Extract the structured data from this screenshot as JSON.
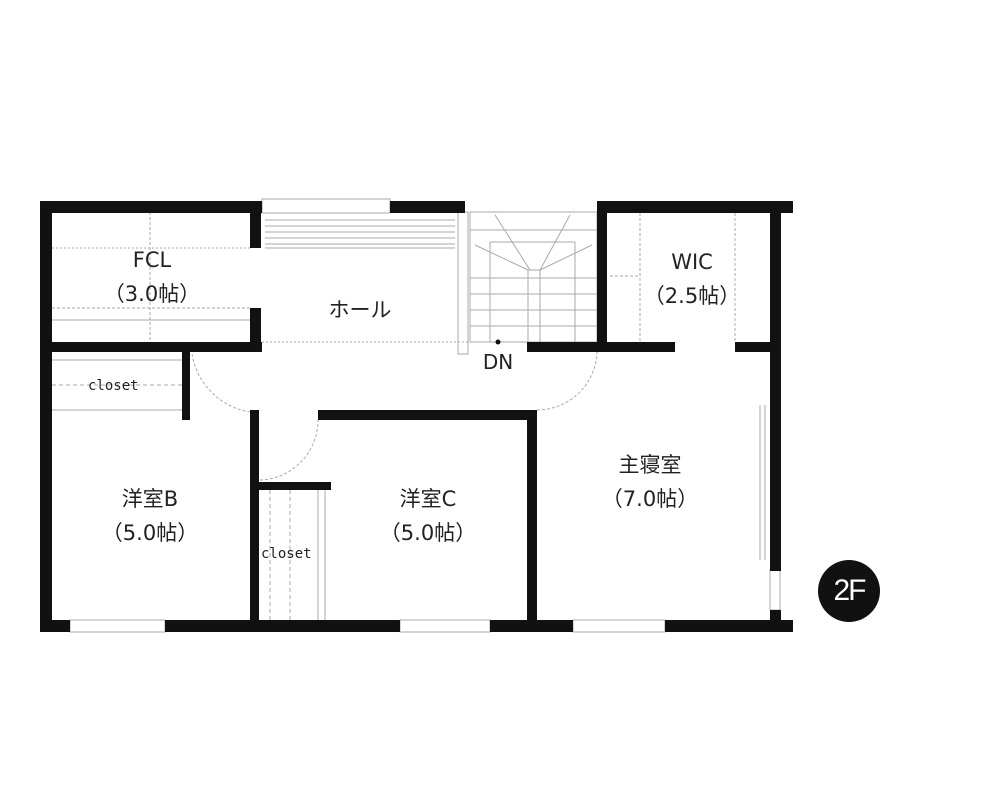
{
  "floor_badge": "2F",
  "rooms": [
    {
      "name": "FCL",
      "size": "（3.0帖）"
    },
    {
      "name": "ホール"
    },
    {
      "name": "WIC",
      "size": "（2.5帖）"
    },
    {
      "name": "主寝室",
      "size": "（7.0帖）"
    },
    {
      "name": "洋室B",
      "size": "（5.0帖）"
    },
    {
      "name": "洋室C",
      "size": "（5.0帖）"
    }
  ],
  "closets": [
    "closet",
    "closet"
  ],
  "stair_label": "DN",
  "colors": {
    "wall": "#111111",
    "line": "#999999"
  }
}
